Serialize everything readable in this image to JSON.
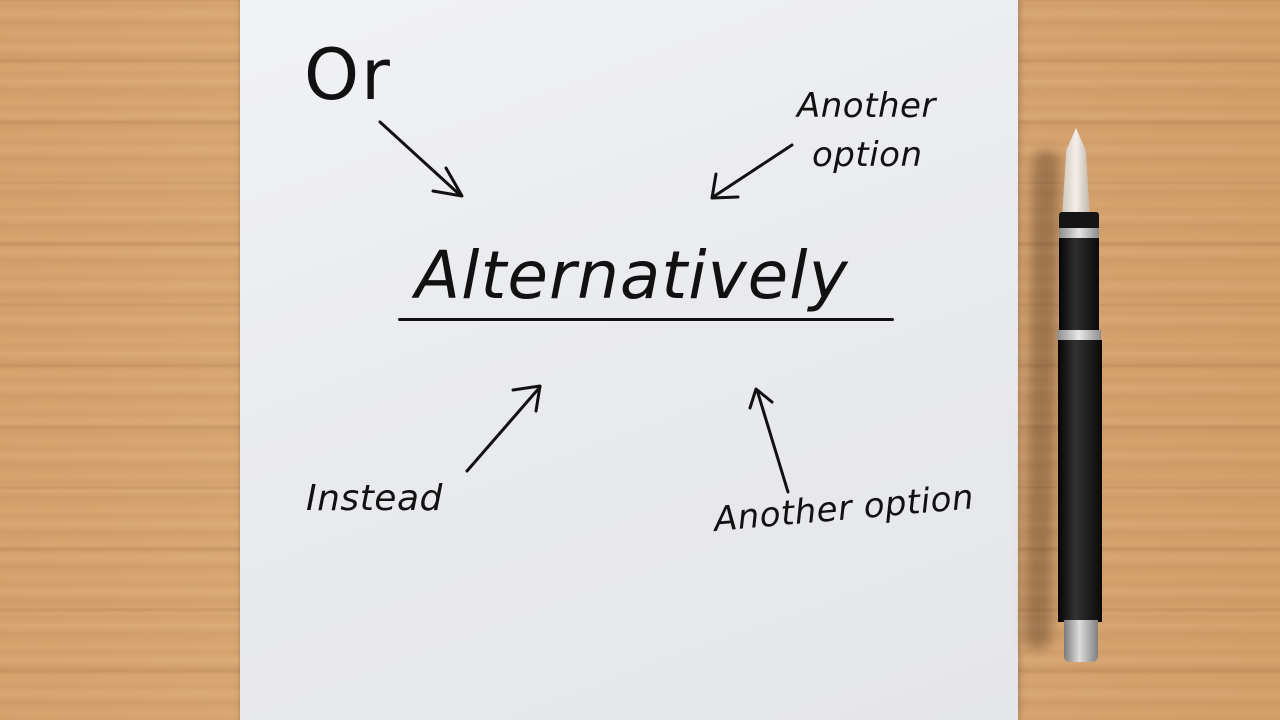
{
  "scene": {
    "description": "Sheet of white paper on a wooden desk with handwritten synonyms pointing toward a central word, fountain pen on the right",
    "colors": {
      "wood": "#d9a774",
      "paper": "#ecedf1",
      "ink": "#111111",
      "pen_body": "#0b0b0b",
      "pen_trim": "#c8c8c8"
    }
  },
  "words": {
    "center": "Alternatively",
    "top_left": "Or",
    "top_right_line1": "Another",
    "top_right_line2": "option",
    "bottom_left": "Instead",
    "bottom_right": "Another option"
  },
  "arrows": [
    {
      "from": "Or",
      "direction": "down-right"
    },
    {
      "from": "Another option (top)",
      "direction": "down-left"
    },
    {
      "from": "Instead",
      "direction": "up-right"
    },
    {
      "from": "Another option (bottom)",
      "direction": "up"
    }
  ],
  "objects": {
    "pen": "fountain-pen"
  }
}
